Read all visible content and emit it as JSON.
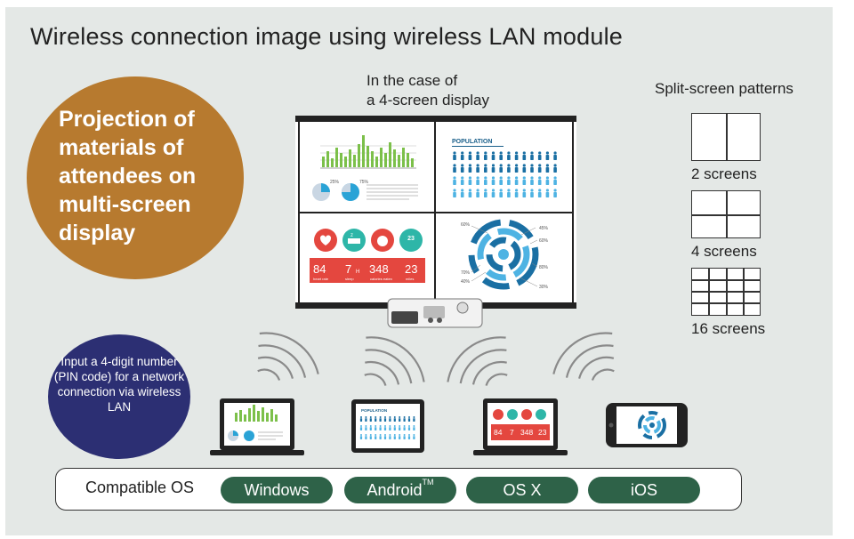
{
  "title": "Wireless connection image using wireless LAN module",
  "projection": {
    "text": "Projection of materials of attendees on multi-screen display"
  },
  "pin": {
    "text": "Input a 4-digit number (PIN code) for a network connection via wireless LAN"
  },
  "case": {
    "line1": "In the case of",
    "line2": "a 4-screen display"
  },
  "split": {
    "title": "Split-screen patterns",
    "two": "2 screens",
    "four": "4 screens",
    "sixteen": "16 screens"
  },
  "screens": {
    "population": "POPULATION",
    "population_small": "POPULATION",
    "chart_pct1": "25%",
    "chart_pct2": "75%",
    "stats": {
      "heart_value": "84",
      "heart_label": "heart rate",
      "sleep_value": "7",
      "sleep_unit": "H",
      "sleep_label": "sleep",
      "cal_value": "348",
      "cal_label": "calories eaten",
      "miles_value": "23",
      "miles_label": "miles",
      "badge": "23 miles"
    },
    "radial_labels": [
      "60%",
      "45%",
      "60%",
      "80%",
      "70%",
      "40%",
      "30%"
    ]
  },
  "os": {
    "label": "Compatible OS",
    "items": [
      "Windows",
      "Android",
      "OS X",
      "iOS"
    ],
    "android_tm": "TM"
  },
  "colors": {
    "panel": "#e4e8e6",
    "orange": "#b77a2f",
    "navy": "#2c2f73",
    "pill": "#2e6248",
    "chart_green": "#7cc04a",
    "pie_blue": "#2aa3d6",
    "people_dark": "#1a6fa3",
    "people_light": "#4eb3e3",
    "stats_red": "#e4473f"
  }
}
